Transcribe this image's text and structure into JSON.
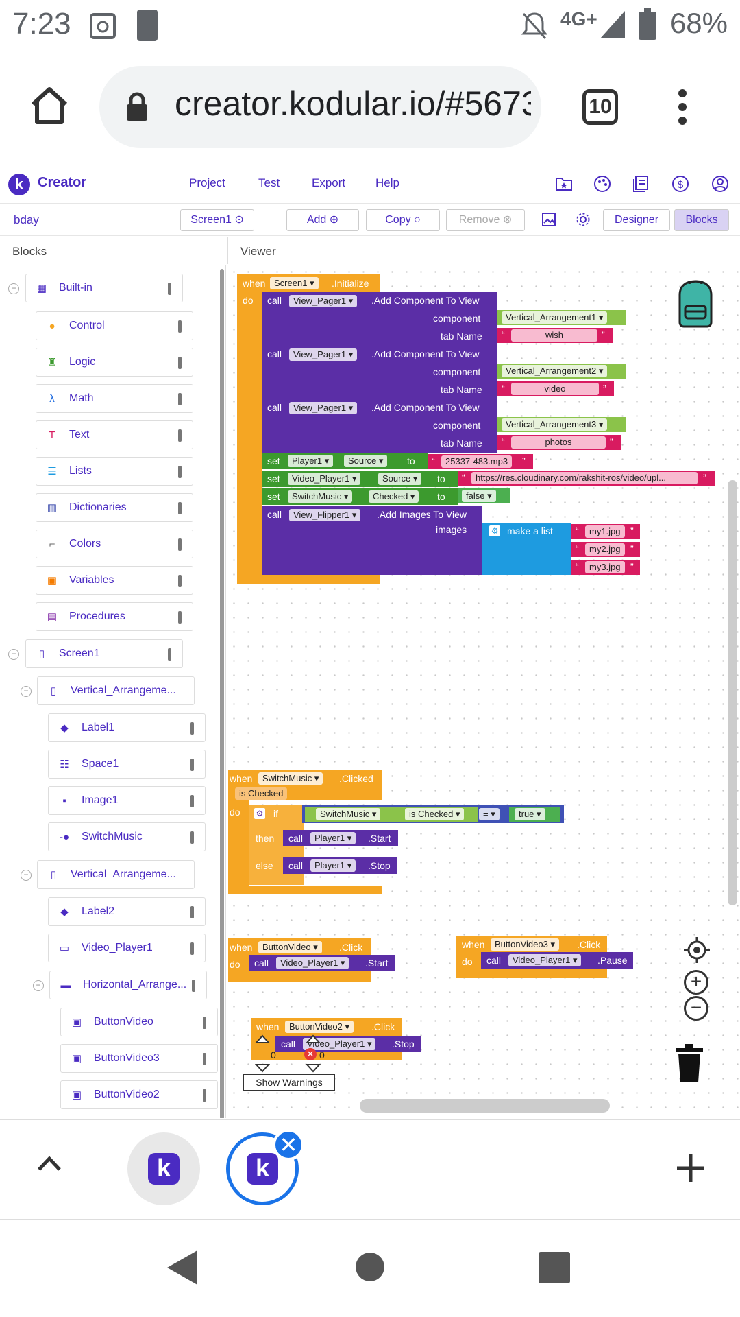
{
  "status": {
    "time": "7:23",
    "network": "4G+",
    "battery": "68%"
  },
  "browser": {
    "url": "creator.kodular.io/#5673",
    "tab_count": "10"
  },
  "header": {
    "app_name": "Creator",
    "menu": [
      "Project",
      "Test",
      "Export",
      "Help"
    ]
  },
  "toolbar": {
    "project": "bday",
    "screen": "Screen1",
    "add": "Add",
    "copy": "Copy",
    "remove": "Remove",
    "designer": "Designer",
    "blocks": "Blocks"
  },
  "panels": {
    "blocks": "Blocks",
    "viewer": "Viewer"
  },
  "sidebar": {
    "builtin": "Built-in",
    "builtin_items": [
      "Control",
      "Logic",
      "Math",
      "Text",
      "Lists",
      "Dictionaries",
      "Colors",
      "Variables",
      "Procedures"
    ],
    "screen": "Screen1",
    "components": [
      "Vertical_Arrangeme...",
      "Label1",
      "Space1",
      "Image1",
      "SwitchMusic",
      "Vertical_Arrangeme...",
      "Label2",
      "Video_Player1",
      "Horizontal_Arrange...",
      "ButtonVideo",
      "ButtonVideo3",
      "ButtonVideo2"
    ]
  },
  "blocks": {
    "when": "when",
    "do": "do",
    "call": "call",
    "set": "set",
    "to": "to",
    "initialize": ".Initialize",
    "add_component": ".Add Component To View",
    "component_label": "component",
    "tabname_label": "tab Name",
    "view_pager": "View_Pager1",
    "va1": "Vertical_Arrangement1",
    "va2": "Vertical_Arrangement2",
    "va3": "Vertical_Arrangement3",
    "tab1": "wish",
    "tab2": "video",
    "tab3": "photos",
    "player1": "Player1",
    "source": "Source",
    "mp3": "25337-483.mp3",
    "video_player": "Video_Player1",
    "video_url": "https://res.cloudinary.com/rakshit-ros/video/upl...",
    "switchmusic": "SwitchMusic",
    "checked": "Checked",
    "false": "false",
    "flipper": "View_Flipper1",
    "add_images": ".Add Images To View",
    "images_label": "images",
    "make_list": "make a list",
    "img1": "my1.jpg",
    "img2": "my2.jpg",
    "img3": "my3.jpg",
    "clicked": ".Clicked",
    "is_checked": "is Checked",
    "if": "if",
    "then": "then",
    "else": "else",
    "eq": "=",
    "true": "true",
    "start": ".Start",
    "stop": ".Stop",
    "pause": ".Pause",
    "click": ".Click",
    "bv": "ButtonVideo",
    "bv3": "ButtonVideo3",
    "bv2": "ButtonVideo2",
    "warn_count": "0",
    "err_count": "0",
    "show_warnings": "Show Warnings"
  },
  "colors": {
    "brand": "#4a2bc2",
    "event": "#f5a623",
    "method": "#5b2ea6",
    "setter": "#3c9a2e",
    "text": "#d81b60",
    "list": "#1e9be0"
  }
}
